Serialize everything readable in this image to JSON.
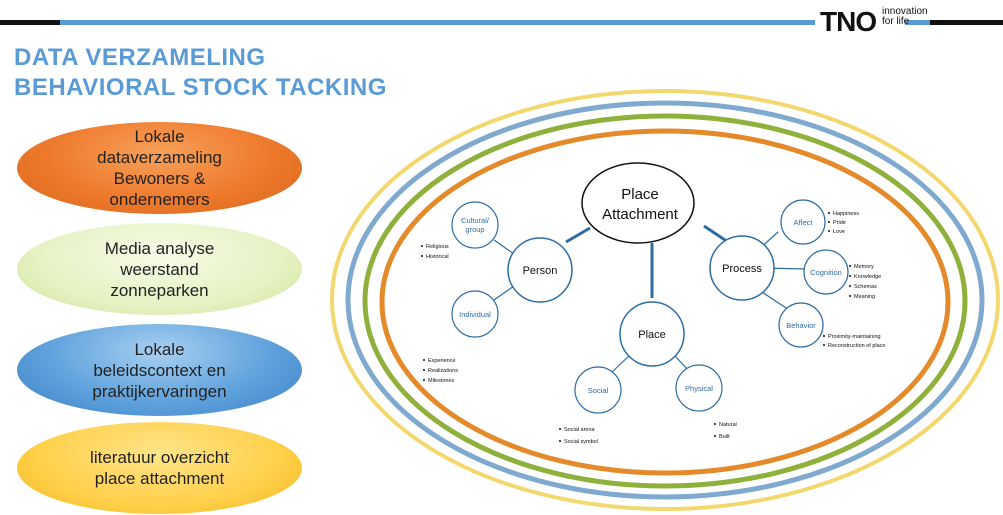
{
  "header": {
    "logo_text": "TNO",
    "logo_tagline_1": "innovation",
    "logo_tagline_2": "for life"
  },
  "title": {
    "line1": "DATA VERZAMELING",
    "line2": "BEHAVIORAL STOCK TACKING"
  },
  "ovals": [
    {
      "lines": [
        "Lokale",
        "dataverzameling",
        "Bewoners &",
        "ondernemers"
      ],
      "color": "#ee7a2c"
    },
    {
      "lines": [
        "Media analyse",
        "weerstand",
        "zonneparken"
      ],
      "color": "#e6f2c3"
    },
    {
      "lines": [
        "Lokale",
        "beleidscontext en",
        "praktijkervaringen"
      ],
      "color": "#5fa2dd"
    },
    {
      "lines": [
        "literatuur overzicht",
        "place attachment"
      ],
      "color": "#ffd04a"
    }
  ],
  "diagram": {
    "center": {
      "line1": "Place",
      "line2": "Attachment"
    },
    "person": "Person",
    "place": "Place",
    "process": "Process",
    "cultural_group": {
      "line1": "Cultural/",
      "line2": "group"
    },
    "individual": "Individual",
    "social": "Social",
    "physical": "Physical",
    "affect": "Affect",
    "cognition": "Cognition",
    "behavior": "Behavior",
    "cultural_bullets": [
      "Religious",
      "Historical"
    ],
    "individual_bullets": [
      "Experience",
      "Realizations",
      "Milestones"
    ],
    "social_bullets": [
      "Social arena",
      "Social symbol"
    ],
    "physical_bullets": [
      "Natural",
      "Built"
    ],
    "affect_bullets": [
      "Happiness",
      "Pride",
      "Love"
    ],
    "cognition_bullets": [
      "Memory",
      "Knowledge",
      "Schemas",
      "Meaning"
    ],
    "behavior_bullets": [
      "Proximity-maintaining",
      "Reconstruction of place"
    ],
    "ring_colors": [
      "#f3d870",
      "#7fa9cf",
      "#8fb13b",
      "#e58a2a"
    ],
    "node_color": "#2e6ca4"
  }
}
